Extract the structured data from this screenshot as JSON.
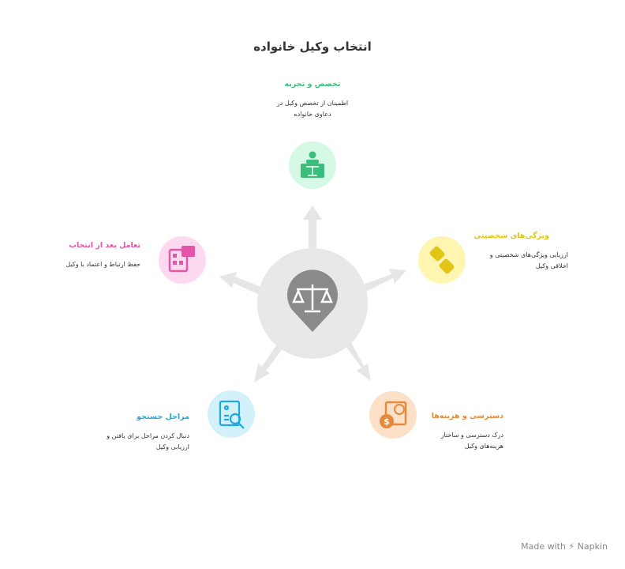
{
  "title": "انتخاب وکیل خانواده",
  "colors": {
    "center": "#e8e8e8",
    "center_icon": "#8a8a8a",
    "arrow": "#e6e6e6"
  },
  "items": [
    {
      "title": "تخصص و تجربه",
      "desc": "اطمینان از تخصص وکیل در دعاوی خانواده",
      "icon": "judge-icon",
      "color": "#3dbd7d",
      "bg": "#d6f9e6"
    },
    {
      "title": "ویژگی‌های شخصیتی",
      "desc": "ارزیابی ویژگی‌های شخصیتی و اخلاقی وکیل",
      "icon": "handshake-icon",
      "color": "#e2c516",
      "bg": "#fdf5b0"
    },
    {
      "title": "دسترسی و هزینه‌ها",
      "desc": "درک دسترسی و ساختار هزینه‌های وکیل",
      "icon": "dollar-clock-icon",
      "color": "#e58a3a",
      "bg": "#fde0c8"
    },
    {
      "title": "مراحل جستجو",
      "desc": "دنبال کردن مراحل برای یافتن و ارزیابی وکیل",
      "icon": "document-search-icon",
      "color": "#1ea8dd",
      "bg": "#d3f1fb"
    },
    {
      "title": "تعامل بعد از انتخاب",
      "desc": "حفظ ارتباط و اعتماد با وکیل",
      "icon": "phone-chat-icon",
      "color": "#e255a8",
      "bg": "#fdd9ef"
    }
  ],
  "footer": "Made with ⚡ Napkin"
}
